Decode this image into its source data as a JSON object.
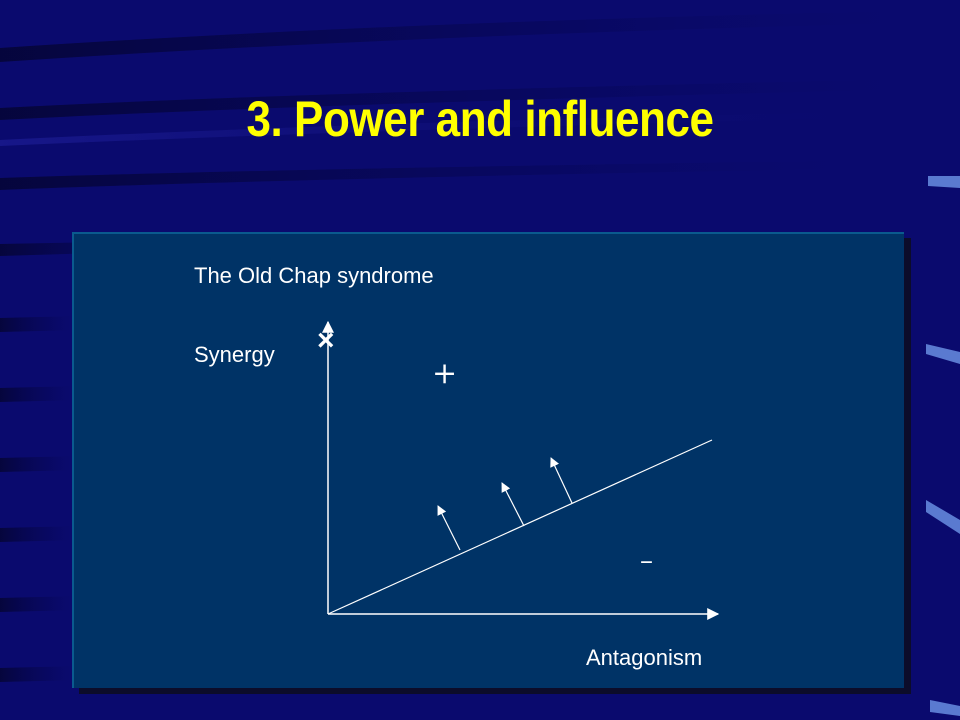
{
  "slide": {
    "title": "3. Power and influence"
  },
  "diagram": {
    "heading": "The Old Chap syndrome",
    "y_label": "Synergy",
    "x_label": "Antagonism",
    "plus_sign": "+",
    "minus_sign": "–",
    "marker": "×"
  },
  "colors": {
    "background": "#0a0a6e",
    "title": "#ffff00",
    "panel": "#003366",
    "lines": "#ffffff"
  }
}
